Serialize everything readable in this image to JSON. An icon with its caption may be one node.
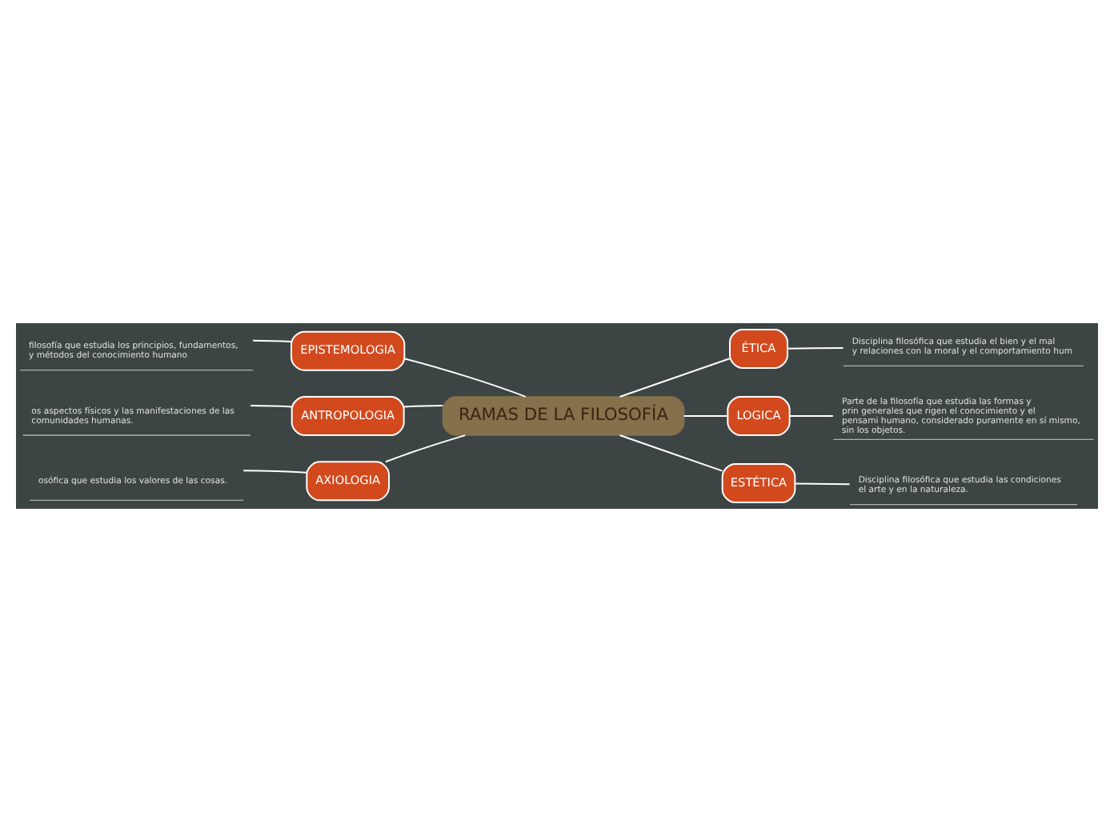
{
  "diagram": {
    "nodes": [
      {
        "text": [
          "RAMAS DE LA FILOSOFÍA"
        ]
      },
      {
        "text": [
          "EPISTEMOLOGIA"
        ]
      },
      {
        "text": [
          "ANTROPOLOGIA"
        ]
      },
      {
        "text": [
          "AXIOLOGIA"
        ]
      },
      {
        "text": [
          "ÉTICA"
        ]
      },
      {
        "text": [
          "LOGICA"
        ]
      },
      {
        "text": [
          "ESTÉTICA"
        ]
      },
      {
        "text": [
          "filosofía que estudia los principios, fundamentos, y métodos del conocimiento humano"
        ]
      },
      {
        "text": [
          "os aspectos físicos y las manifestaciones de las comunidades humanas."
        ]
      },
      {
        "text": [
          "osófica que estudia los valores de las cosas."
        ]
      },
      {
        "text": [
          "Disciplina filosófica que estudia el bien y el mal y relaciones con la moral y el comportamiento hum"
        ]
      },
      {
        "text": [
          "Parte de la filosofía que estudia las formas y prin generales que rigen el conocimiento y el pensami humano, considerado puramente en sí mismo, sin los objetos."
        ]
      },
      {
        "text": [
          "Disciplina filosófica que estudia las condiciones el arte y en la naturaleza."
        ]
      }
    ],
    "edges": [
      {
        "from": 0,
        "to": 1,
        "arrow": "none"
      },
      {
        "from": 0,
        "to": 2,
        "arrow": "none"
      },
      {
        "from": 0,
        "to": 3,
        "arrow": "none"
      },
      {
        "from": 0,
        "to": 4,
        "arrow": "none"
      },
      {
        "from": 0,
        "to": 5,
        "arrow": "none"
      },
      {
        "from": 0,
        "to": 6,
        "arrow": "none"
      },
      {
        "from": 1,
        "to": 7,
        "arrow": "none"
      },
      {
        "from": 2,
        "to": 8,
        "arrow": "none"
      },
      {
        "from": 3,
        "to": 9,
        "arrow": "none"
      },
      {
        "from": 4,
        "to": 10,
        "arrow": "none"
      },
      {
        "from": 5,
        "to": 11,
        "arrow": "none"
      },
      {
        "from": 6,
        "to": 12,
        "arrow": "none"
      }
    ]
  }
}
